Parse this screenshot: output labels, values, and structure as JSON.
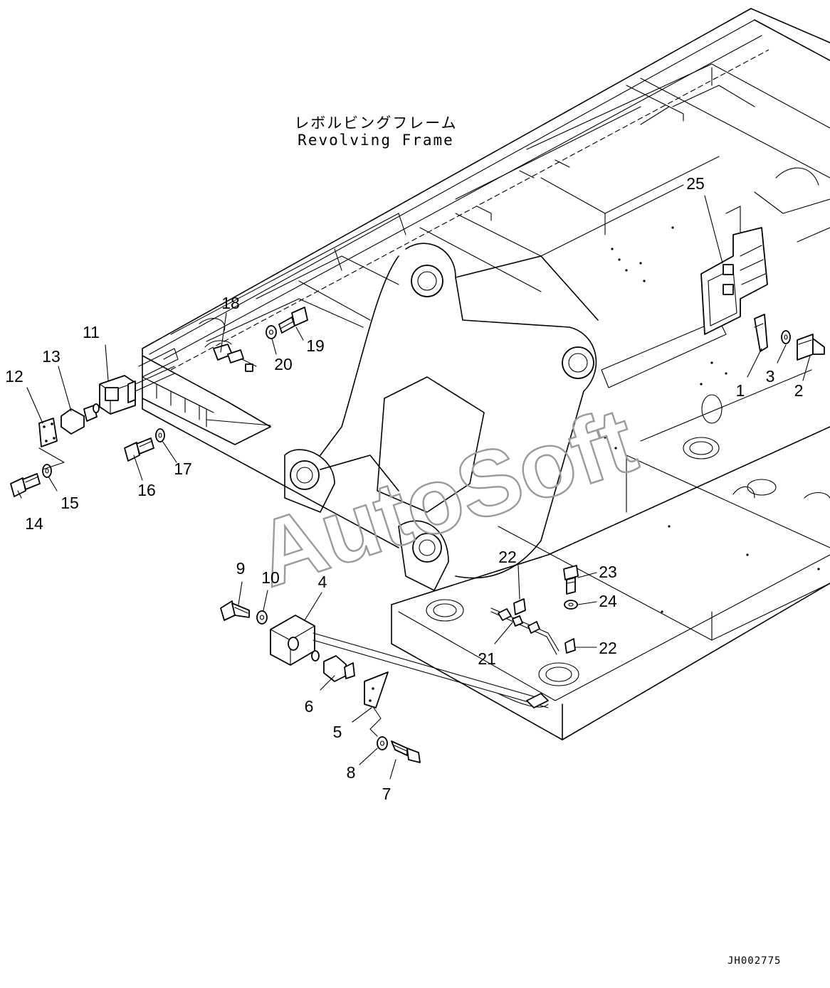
{
  "labels": {
    "title_jp": "レボルビングフレーム",
    "title_en": "Revolving Frame",
    "drawing_code": "JH002775",
    "watermark": "AutoSoft"
  },
  "callouts": [
    "1",
    "2",
    "3",
    "4",
    "5",
    "6",
    "7",
    "8",
    "9",
    "10",
    "11",
    "12",
    "13",
    "14",
    "15",
    "16",
    "17",
    "18",
    "19",
    "20",
    "21",
    "22",
    "22",
    "23",
    "24",
    "25"
  ]
}
